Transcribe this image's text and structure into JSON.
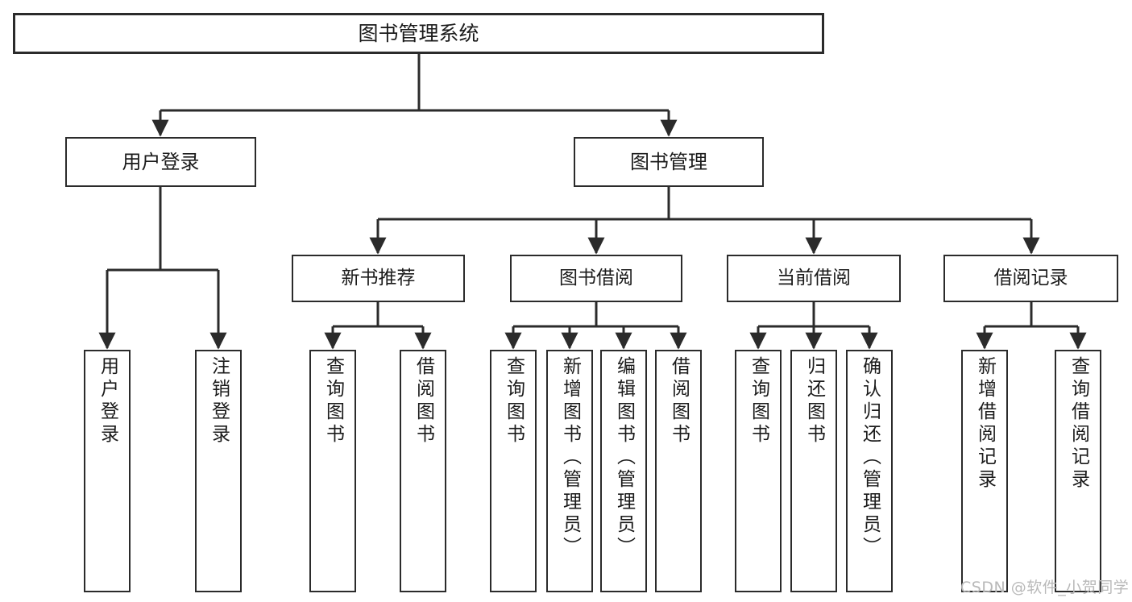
{
  "diagram": {
    "title": "图书管理系统",
    "root": {
      "label": "图书管理系统"
    },
    "level2": [
      {
        "label": "用户登录"
      },
      {
        "label": "图书管理"
      }
    ],
    "level3": [
      {
        "label": "新书推荐"
      },
      {
        "label": "图书借阅"
      },
      {
        "label": "当前借阅"
      },
      {
        "label": "借阅记录"
      }
    ],
    "leaves": [
      {
        "label": "用户登录"
      },
      {
        "label": "注销登录"
      },
      {
        "label": "查询图书"
      },
      {
        "label": "借阅图书"
      },
      {
        "label": "查询图书"
      },
      {
        "label": "新增图书（管理员）"
      },
      {
        "label": "编辑图书（管理员）"
      },
      {
        "label": "借阅图书"
      },
      {
        "label": "查询图书"
      },
      {
        "label": "归还图书"
      },
      {
        "label": "确认归还（管理员）"
      },
      {
        "label": "新增借阅记录"
      },
      {
        "label": "查询借阅记录"
      }
    ]
  },
  "watermark": {
    "text": "CSDN @软件_小贺同学"
  },
  "colors": {
    "stroke": "#2b2b2b",
    "background": "#ffffff",
    "text": "#1b1b1b",
    "watermark": "#b9b9b9"
  }
}
